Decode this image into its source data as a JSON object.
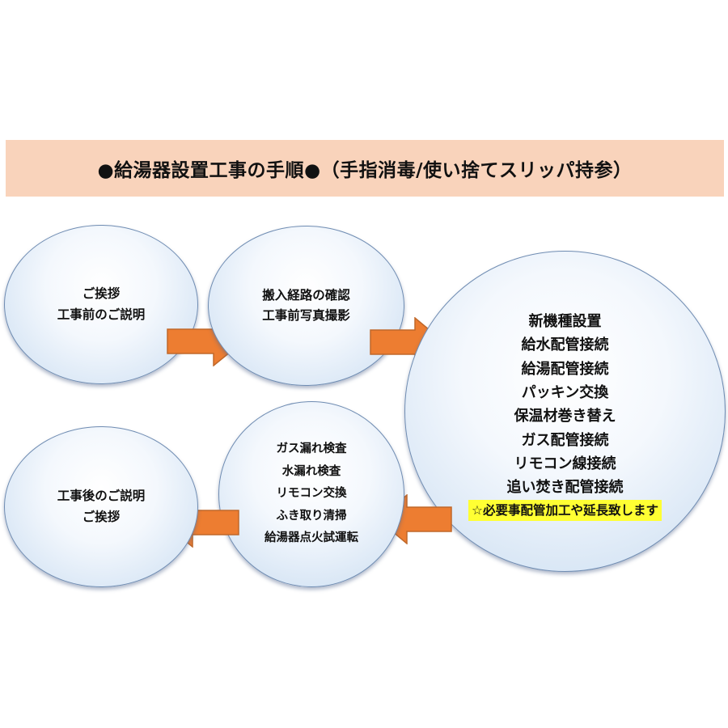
{
  "title": "●給湯器設置工事の手順●（手指消毒/使い捨てスリッパ持参）",
  "steps": {
    "s1": [
      "ご挨拶",
      "工事前のご説明"
    ],
    "s2": [
      "搬入経路の確認",
      "工事前写真撮影"
    ],
    "s3": [
      "新機種設置",
      "給水配管接続",
      "給湯配管接続",
      "パッキン交換",
      "保温材巻き替え",
      "ガス配管接続",
      "リモコン線接続",
      "追い焚き配管接続"
    ],
    "s3_note": "☆必要事配管加工や延長致します",
    "s4": [
      "ガス漏れ検査",
      "水漏れ検査",
      "リモコン交換",
      "ふき取り清掃",
      "給湯器点火試運転"
    ],
    "s5": [
      "工事後のご説明",
      "ご挨拶"
    ]
  },
  "colors": {
    "title_band": "#f9d3bb",
    "arrow_fill": "#ed7d31",
    "arrow_stroke": "#c0682a",
    "note_highlight": "#ffff33"
  }
}
